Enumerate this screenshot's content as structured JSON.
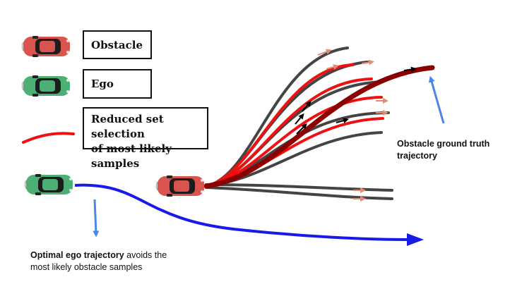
{
  "legend": {
    "obstacle_label": "Obstacle",
    "ego_label": "Ego",
    "samples_label_line1": "Reduced set selection",
    "samples_label_line2": "of most likely samples"
  },
  "annotations": {
    "ground_truth_line1": "Obstacle ground truth",
    "ground_truth_line2": "trajectory",
    "ego_bold": "Optimal ego trajectory",
    "ego_rest": " avoids the",
    "ego_line2": "most likely obstacle samples"
  },
  "colors": {
    "obstacle_car": "#d9534f",
    "ego_car": "#4caf73",
    "sample_red": "#ee1111",
    "sample_gray": "#444444",
    "ground_truth": "#8b0000",
    "ego_trajectory": "#1a1ae6",
    "pointer_arrow": "#4a86e8",
    "sample_arrowhead": "#e08a7a"
  }
}
